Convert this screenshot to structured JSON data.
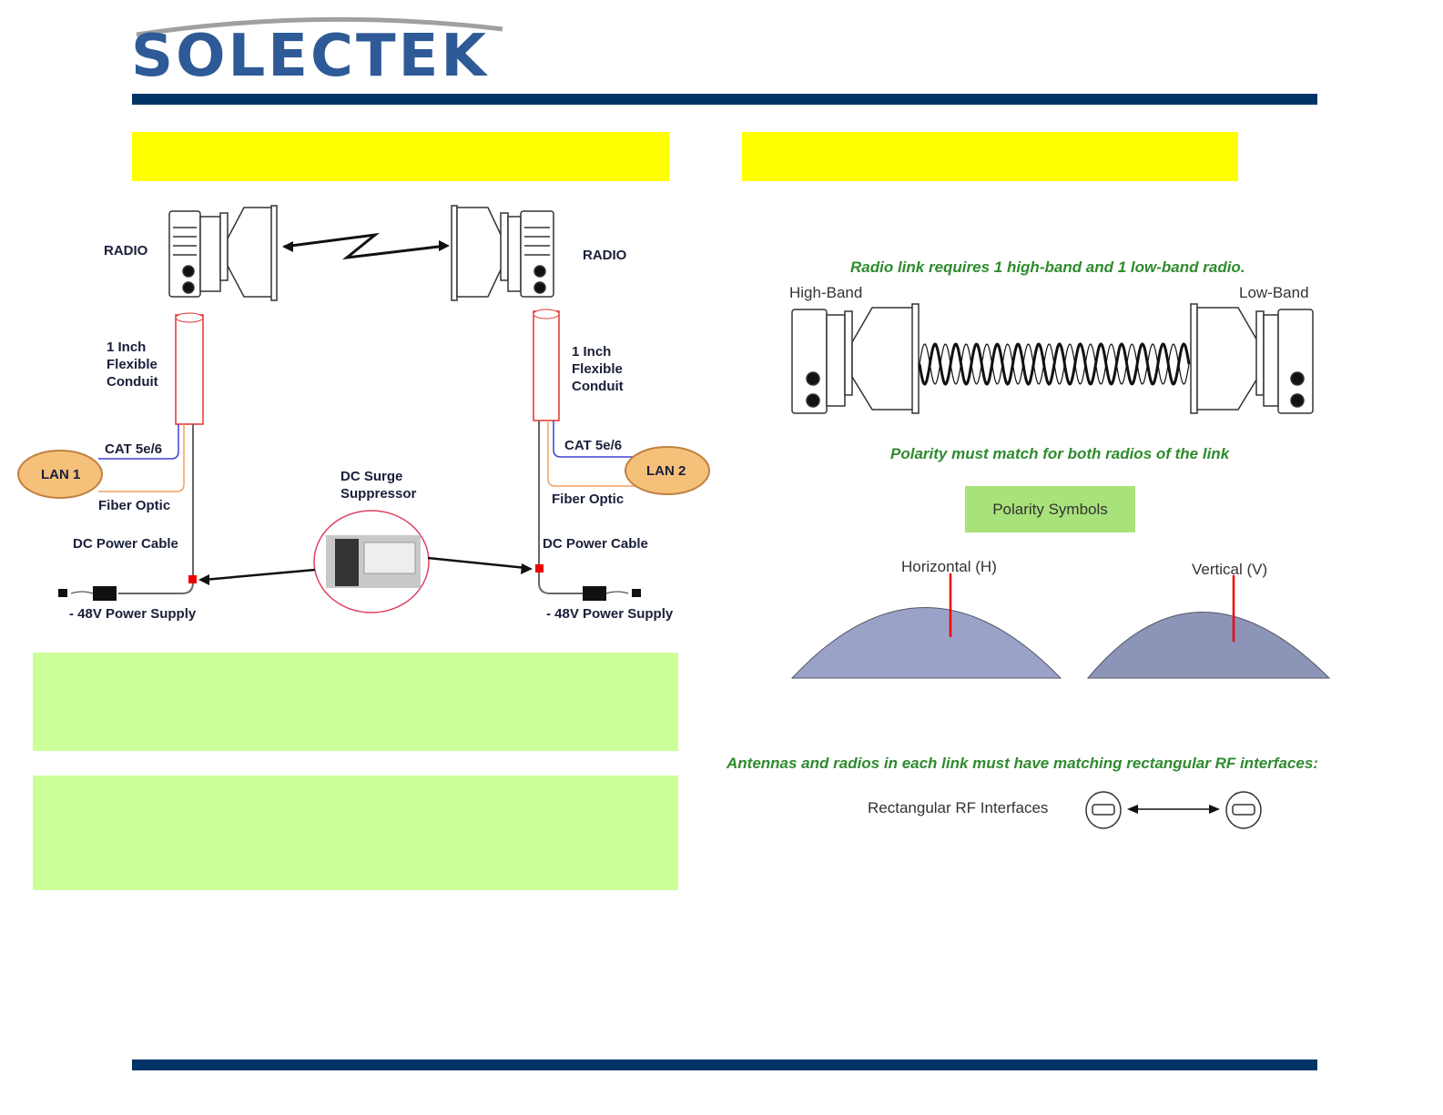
{
  "header": {
    "logo_text": "SOLECTEK",
    "brand_color": "#2e5a97",
    "rule_color": "#003466"
  },
  "left_panel": {
    "title_banner_color": "#ffff00",
    "diagram": {
      "radio_left": "RADIO",
      "radio_right": "RADIO",
      "conduit_left": [
        "1 Inch",
        "Flexible",
        "Conduit"
      ],
      "conduit_right": [
        "1 Inch",
        "Flexible",
        "Conduit"
      ],
      "cat_left": "CAT 5e/6",
      "cat_right": "CAT 5e/6",
      "lan_left": "LAN 1",
      "lan_right": "LAN 2",
      "fiber_left": "Fiber Optic",
      "fiber_right": "Fiber Optic",
      "dc_cable_left": "DC Power Cable",
      "dc_cable_right": "DC Power Cable",
      "surge": [
        "DC Surge",
        "Suppressor"
      ],
      "psu_left": "- 48V Power Supply",
      "psu_right": "- 48V Power Supply"
    },
    "note_box_color": "#ccff99"
  },
  "right_panel": {
    "title_banner_color": "#ffff00",
    "band_caption": "Radio link requires 1 high-band and 1 low-band radio.",
    "high_band": "High-Band",
    "low_band": "Low-Band",
    "polarity_caption": "Polarity must match for both radios of the link",
    "polarity_button": "Polarity Symbols",
    "horizontal": "Horizontal (H)",
    "vertical": "Vertical (V)",
    "rf_caption": "Antennas and radios in each link must have matching rectangular RF interfaces:",
    "rf_label": "Rectangular RF Interfaces",
    "caption_color": "#2e8b2e"
  }
}
